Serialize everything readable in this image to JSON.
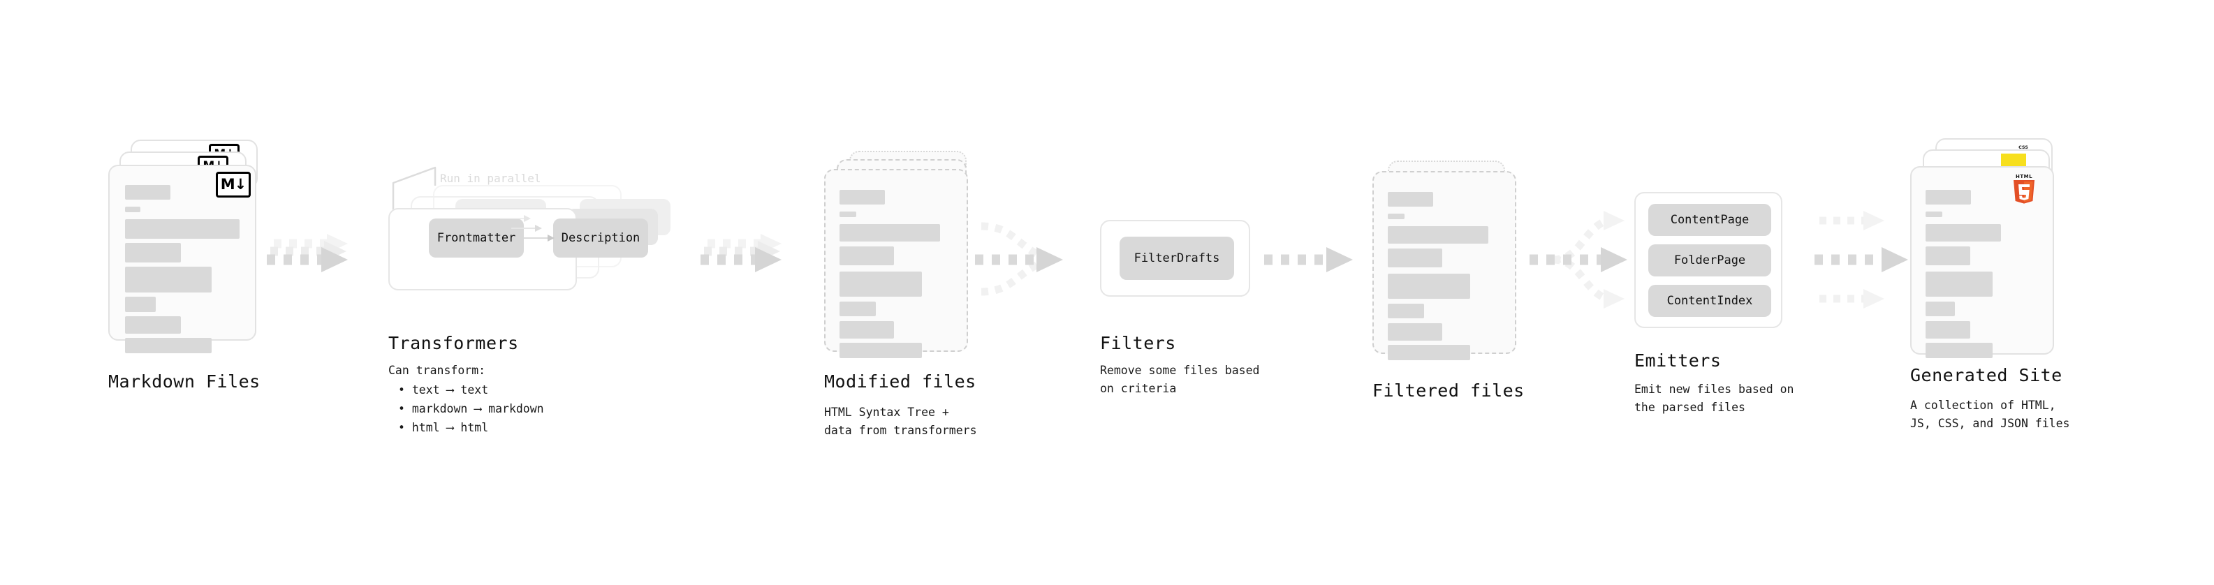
{
  "diagram": {
    "title_font_size": 25,
    "stages": [
      {
        "id": "markdown-files",
        "title": "Markdown Files",
        "subtitle": "",
        "icon": "markdown-badge",
        "icon_label": "M↓"
      },
      {
        "id": "transformers",
        "title": "Transformers",
        "subtitle": "Can transform:",
        "parallel_label": "Run in parallel",
        "chips": [
          "Frontmatter",
          "Description"
        ],
        "bullets": [
          "• text ⟶ text",
          "• markdown ⟶ markdown",
          "• html ⟶ html"
        ]
      },
      {
        "id": "modified-files",
        "title": "Modified files",
        "subtitle": "HTML Syntax Tree +\ndata from transformers"
      },
      {
        "id": "filters",
        "title": "Filters",
        "subtitle": "Remove some files based\non criteria",
        "chips": [
          "FilterDrafts"
        ]
      },
      {
        "id": "filtered-files",
        "title": "Filtered files",
        "subtitle": ""
      },
      {
        "id": "emitters",
        "title": "Emitters",
        "subtitle": "Emit new files based on\nthe parsed files",
        "chips": [
          "ContentPage",
          "FolderPage",
          "ContentIndex"
        ]
      },
      {
        "id": "generated-site",
        "title": "Generated Site",
        "subtitle": "A collection of HTML,\nJS, CSS, and JSON files",
        "icons": [
          "css3-badge",
          "js-badge",
          "html5-shield"
        ],
        "icon_label": "HTML"
      }
    ],
    "colors": {
      "skeleton": "#d9d9d9",
      "card_border": "#e2e2e2",
      "card_fill": "#fbfbfb",
      "dashed_border": "#cfcfcf",
      "arrow": "#d5d5d5",
      "chip": "#d9d9d9",
      "html5_orange": "#e34f26",
      "html5_orange_light": "#ef652a",
      "js_yellow": "#f7df1e",
      "css_blue": "#264de4",
      "text": "#111111",
      "ghost_text": "#dadada"
    }
  }
}
